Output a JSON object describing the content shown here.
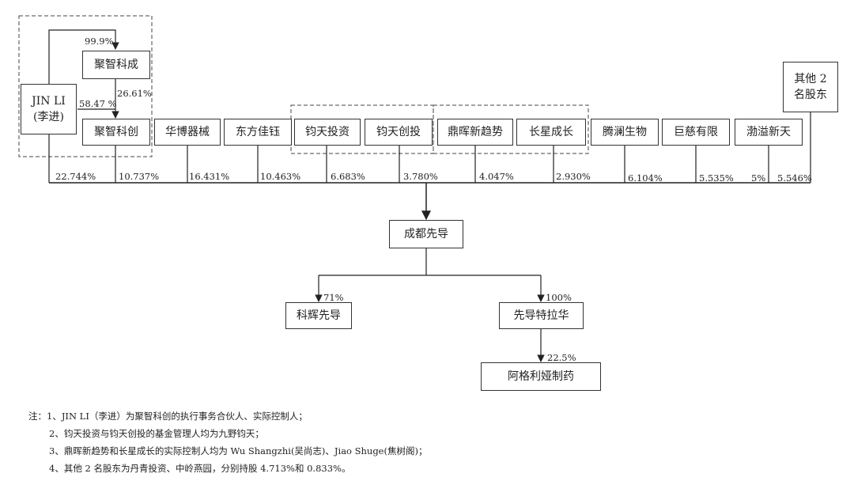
{
  "nodes": {
    "jin_li": [
      "JIN LI",
      "(李进)"
    ],
    "juzhi_kecheng": "聚智科成",
    "juzhi_kechuang": "聚智科创",
    "huabo": "华博器械",
    "dongfang": "东方佳钰",
    "juntian_touzi": "钧天投资",
    "juntian_chuangtou": "钧天创投",
    "dinghui": "鼎晖新趋势",
    "changxing": "长星成长",
    "tenglan": "腾澜生物",
    "juci": "巨慈有限",
    "bohai": "渤溢新天",
    "others": [
      "其他 2",
      "名股东"
    ],
    "chengdu": "成都先导",
    "kehui": "科辉先导",
    "xiandao_tlh": "先导特拉华",
    "agelia": "阿格利娅制药"
  },
  "shares": {
    "jin_to_kecheng": "99.9%",
    "kecheng_to_kechuang": "26.61%",
    "jin_to_kechuang": "58.47 %",
    "jin_li": "22.744%",
    "juzhi_kechuang": "10.737%",
    "huabo": "16.431%",
    "dongfang": "10.463%",
    "juntian_touzi": "6.683%",
    "juntian_chuangtou": "3.780%",
    "dinghui": "4.047%",
    "changxing": "2.930%",
    "tenglan": "6.104%",
    "juci": "5.535%",
    "bohai": "5%",
    "others": "5.546%",
    "kehui": "71%",
    "xiandao_tlh": "100%",
    "agelia": "22.5%"
  },
  "notes": [
    "注：1、JIN LI（李进）为聚智科创的执行事务合伙人、实际控制人；",
    "2、钧天投资与钧天创投的基金管理人均为九野钧天；",
    "3、鼎晖新趋势和长星成长的实际控制人均为 Wu Shangzhi(吴尚志)、Jiao Shuge(焦树阁)；",
    "4、其他 2 名股东为丹青投资、中岭燕园，分别持股 4.713%和 0.833%。"
  ]
}
